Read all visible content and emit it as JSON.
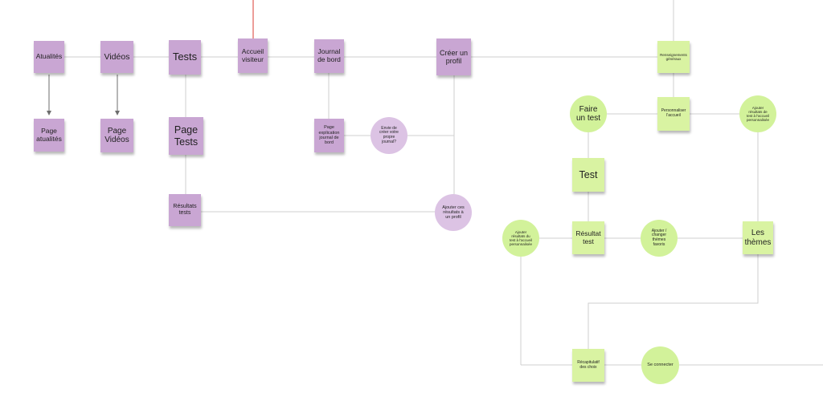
{
  "colors": {
    "purple_sticky": "#c9a6d3",
    "purple_circle": "#dcc3e4",
    "green_sticky": "#d9f3a2",
    "green_circle": "#d2f29a",
    "line": "#cfcfcf",
    "arrow": "#6d6d6d",
    "red_line": "#e05c55"
  },
  "nodes": {
    "actualites": "Atualités",
    "videos": "Vidéos",
    "tests": "Tests",
    "accueil_visiteur": "Accueil\nvisiteur",
    "journal_de_bord": "Journal\nde bord",
    "creer_profil": "Créer un\nprofil",
    "renseignements": "Renseignements\ngénéraux",
    "page_actualites": "Page\natualités",
    "page_videos": "Page\nVidéos",
    "page_tests": "Page\nTests",
    "page_explication": "Page\nexplication\njournal de\nbord",
    "envie_creer": "Envie de\ncréer votre\npropre\njournal?",
    "resultats_tests": "Résultats\ntests",
    "ajouter_resultats_profil": "Ajouter ces\nrésultats à\nun profil",
    "faire_un_test": "Faire\nun test",
    "personnaliser_accueil": "Personnaliser\nl'accueil",
    "ajouter_resultat_accueil": "Ajouter\nrésultats de\ntest à l'accueil\npersonnalisée",
    "test": "Test",
    "ajouter_resultats_accueil_left": "Ajouter\nrésultats du\ntest à l'accueil\npersonnalisée",
    "resultat_test": "Résultat\ntest",
    "ajouter_changer_themes": "Ajouter /\nchanger\nthèmes\nfavoris",
    "les_themes": "Les\nthèmes",
    "recapitulatif": "Récapitulatif\ndes choix",
    "se_connecter": "Se connecter"
  }
}
